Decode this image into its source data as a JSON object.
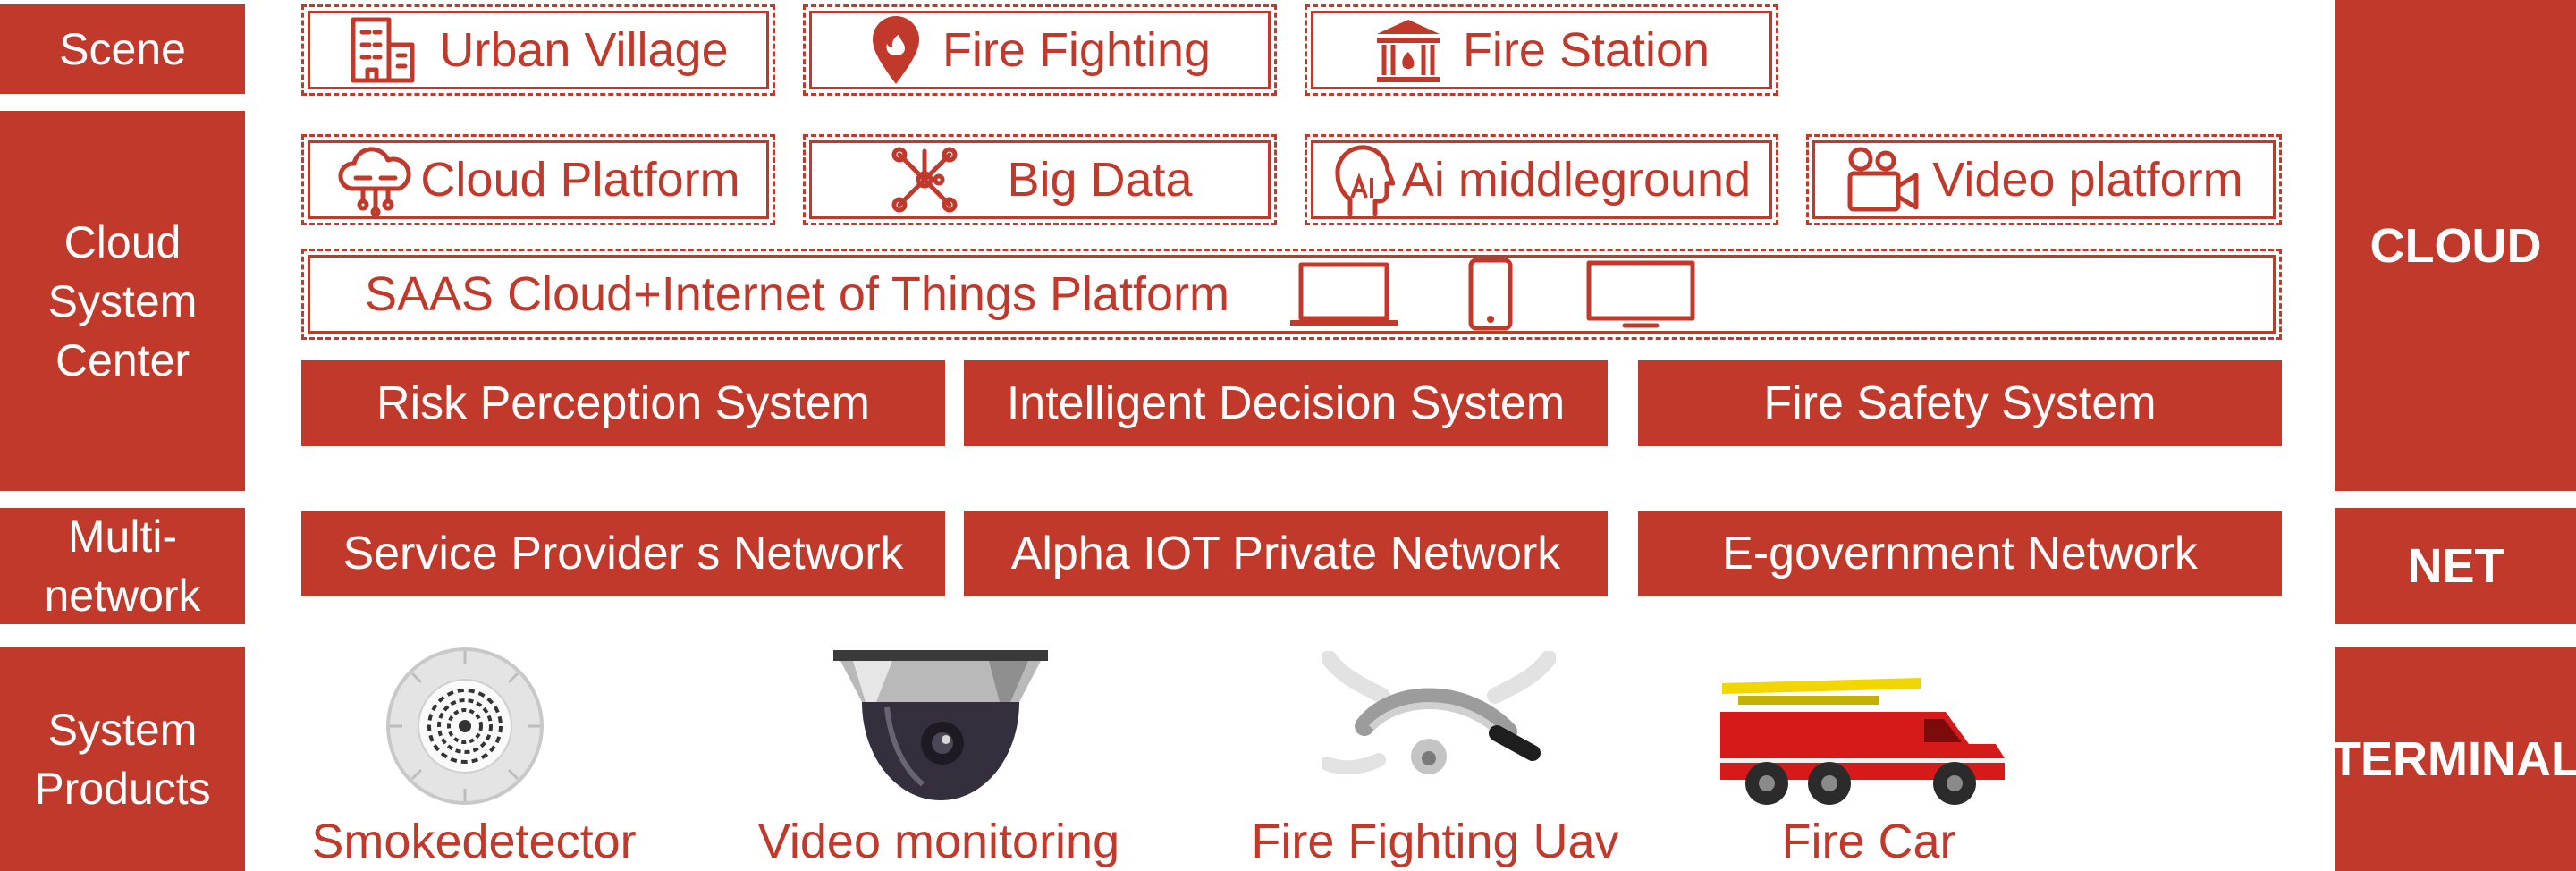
{
  "left_labels": {
    "scene": "Scene",
    "cloud_system_center": [
      "Cloud",
      "System",
      "Center"
    ],
    "multi_network": [
      "Multi-",
      "network"
    ],
    "system_products": [
      "System",
      "Products"
    ]
  },
  "right_labels": {
    "cloud": "CLOUD",
    "net": "NET",
    "terminal": "TERMINAL"
  },
  "scene_boxes": [
    "Urban Village",
    "Fire Fighting",
    "Fire Station"
  ],
  "platform_boxes": [
    "Cloud Platform",
    "Big Data",
    "Ai middleground",
    "Video platform"
  ],
  "saas": "SAAS Cloud+Internet of Things Platform",
  "systems": [
    "Risk Perception System",
    "Intelligent Decision System",
    "Fire Safety System"
  ],
  "networks": [
    "Service Provider s Network",
    "Alpha IOT Private Network",
    "E-government Network"
  ],
  "products": [
    "Smokedetector",
    "Video monitoring",
    "Fire Fighting Uav",
    "Fire Car"
  ],
  "icons": {
    "scene": [
      "building-icon",
      "fire-location-icon",
      "fire-station-icon"
    ],
    "platform": [
      "cloud-network-icon",
      "big-data-network-icon",
      "ai-head-icon",
      "video-camera-icon"
    ],
    "devices": [
      "laptop-icon",
      "smartphone-icon",
      "monitor-icon"
    ]
  },
  "colors": {
    "accent": "#c1392b",
    "background": "#ffffff"
  }
}
